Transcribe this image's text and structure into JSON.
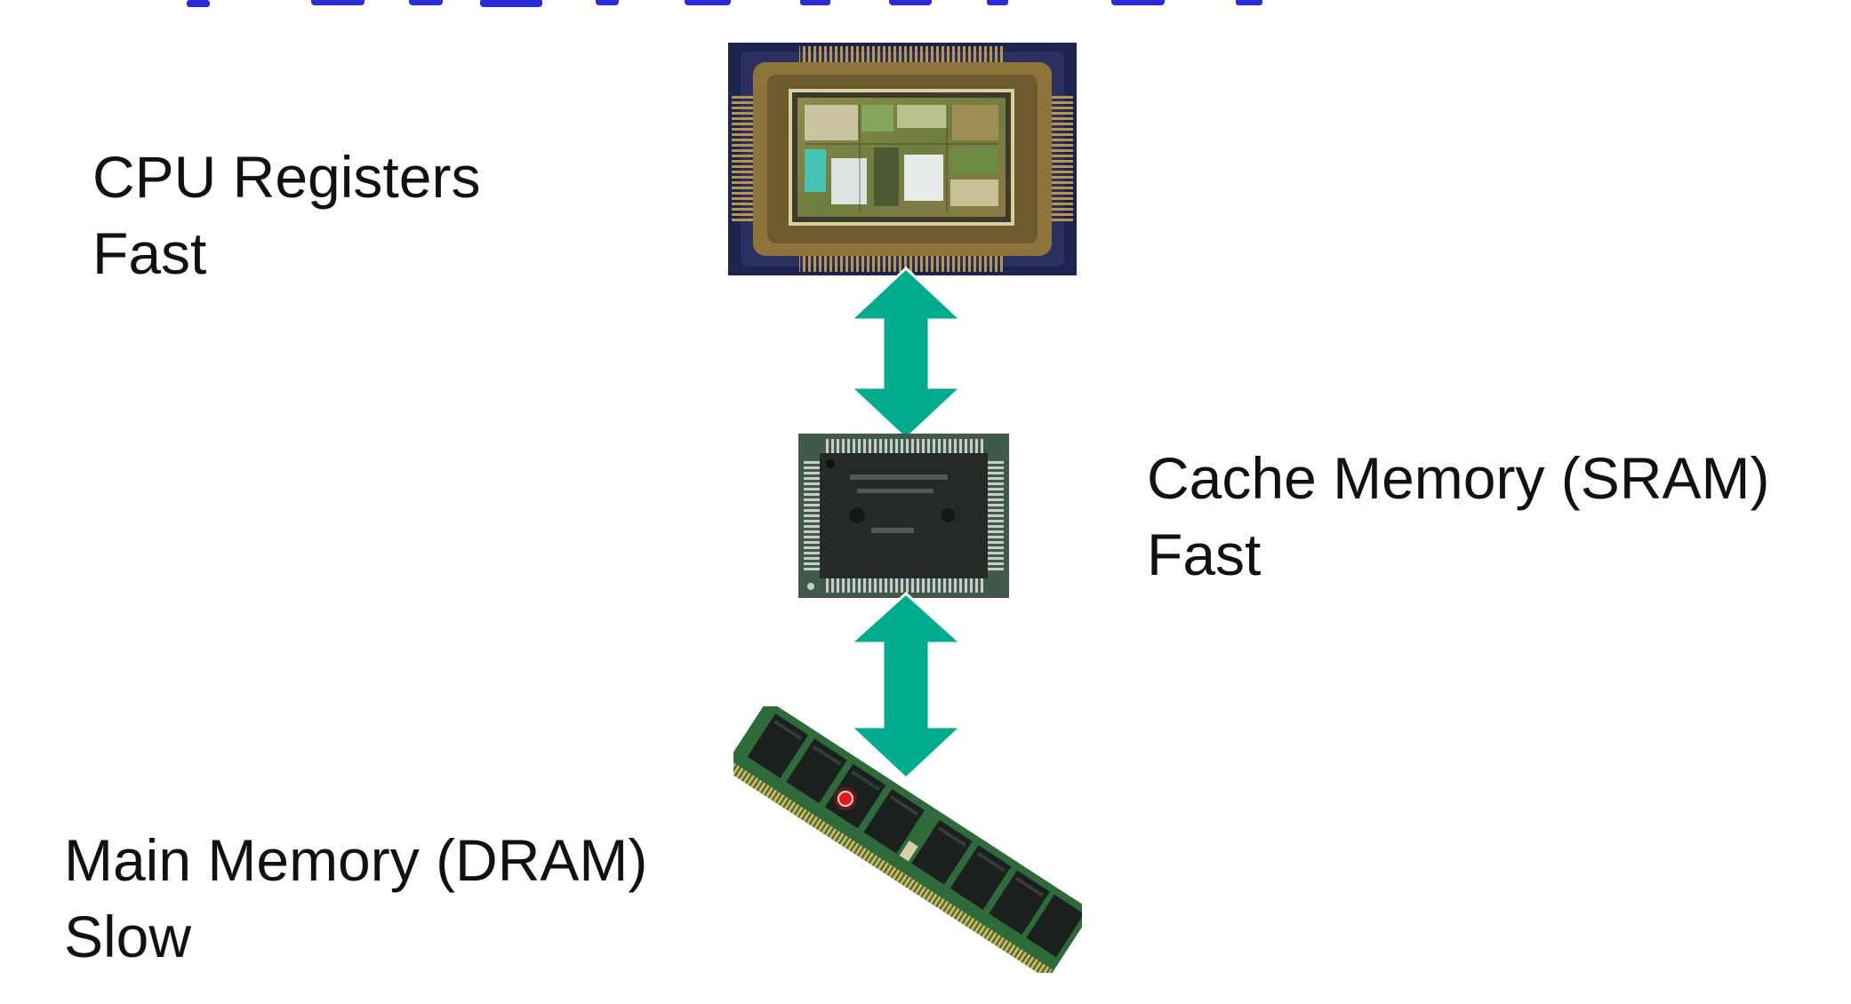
{
  "diagram": {
    "levels": [
      {
        "id": "cpu",
        "name": "CPU Registers",
        "speed": "Fast",
        "image": "cpu-die-photo"
      },
      {
        "id": "cache",
        "name": "Cache Memory (SRAM)",
        "speed": "Fast",
        "image": "sram-chip-photo"
      },
      {
        "id": "dram",
        "name": "Main Memory (DRAM)",
        "speed": "Slow",
        "image": "dram-module-photo"
      }
    ],
    "connections": [
      {
        "from": "cpu",
        "to": "cache",
        "direction": "bidirectional"
      },
      {
        "from": "cache",
        "to": "dram",
        "direction": "bidirectional"
      }
    ]
  },
  "colors": {
    "arrow": "#00ab8e",
    "arrow_outline": "#ffffff",
    "title_partial": "#2b2bd8",
    "text": "#111111",
    "cpu_substrate": "#1c2550",
    "cpu_gold": "#9a7a3a",
    "sram_body": "#2a2f2e",
    "dram_pcb": "#2f6b3a",
    "indicator_red": "#e01818"
  }
}
